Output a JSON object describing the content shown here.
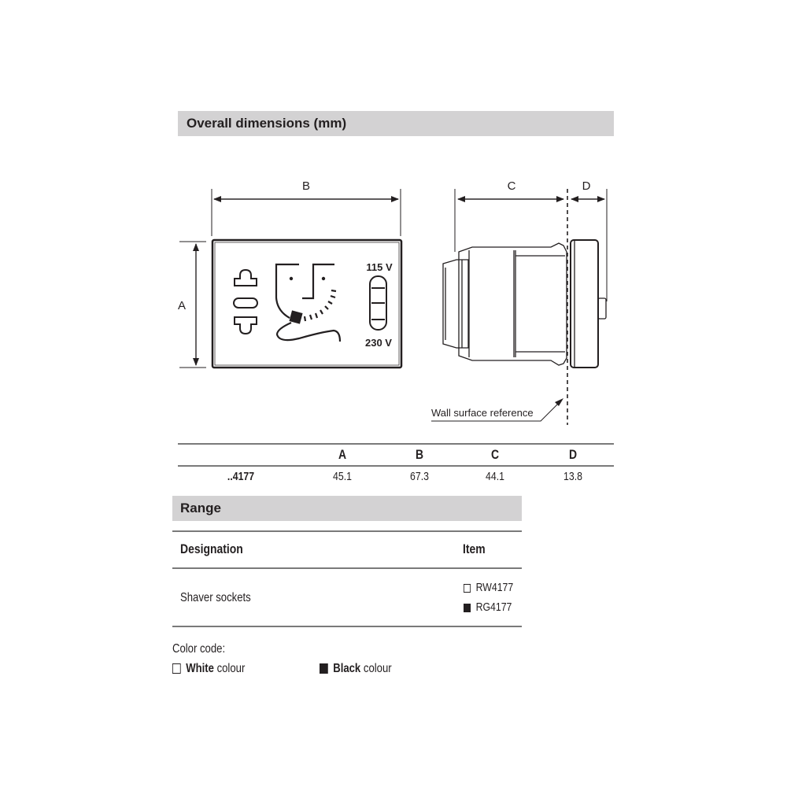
{
  "dimensions_section": {
    "title": "Overall dimensions (mm)",
    "drawing": {
      "front_view": {
        "dim_labels": {
          "width": "B",
          "height": "A"
        },
        "voltage_top": "115 V",
        "voltage_bottom": "230 V"
      },
      "side_view": {
        "dim_labels": {
          "depth": "C",
          "protrusion": "D"
        },
        "wall_reference_label": "Wall surface reference"
      }
    },
    "table": {
      "headers": [
        "",
        "A",
        "B",
        "C",
        "D"
      ],
      "rows": [
        {
          "ref": "..4177",
          "A": "45.1",
          "B": "67.3",
          "C": "44.1",
          "D": "13.8"
        }
      ]
    }
  },
  "range_section": {
    "title": "Range",
    "headers": {
      "designation": "Designation",
      "item": "Item"
    },
    "rows": [
      {
        "designation": "Shaver sockets",
        "items": [
          {
            "code": "RW4177",
            "color": "white"
          },
          {
            "code": "RG4177",
            "color": "black"
          }
        ]
      }
    ]
  },
  "color_code": {
    "label": "Color code:",
    "entries": [
      {
        "swatch": "white",
        "bold": "White",
        "rest": " colour"
      },
      {
        "swatch": "black",
        "bold": "Black",
        "rest": " colour"
      }
    ]
  },
  "colors": {
    "band": "#d3d2d3",
    "ink": "#231f20",
    "rule": "#7a7a7a"
  }
}
